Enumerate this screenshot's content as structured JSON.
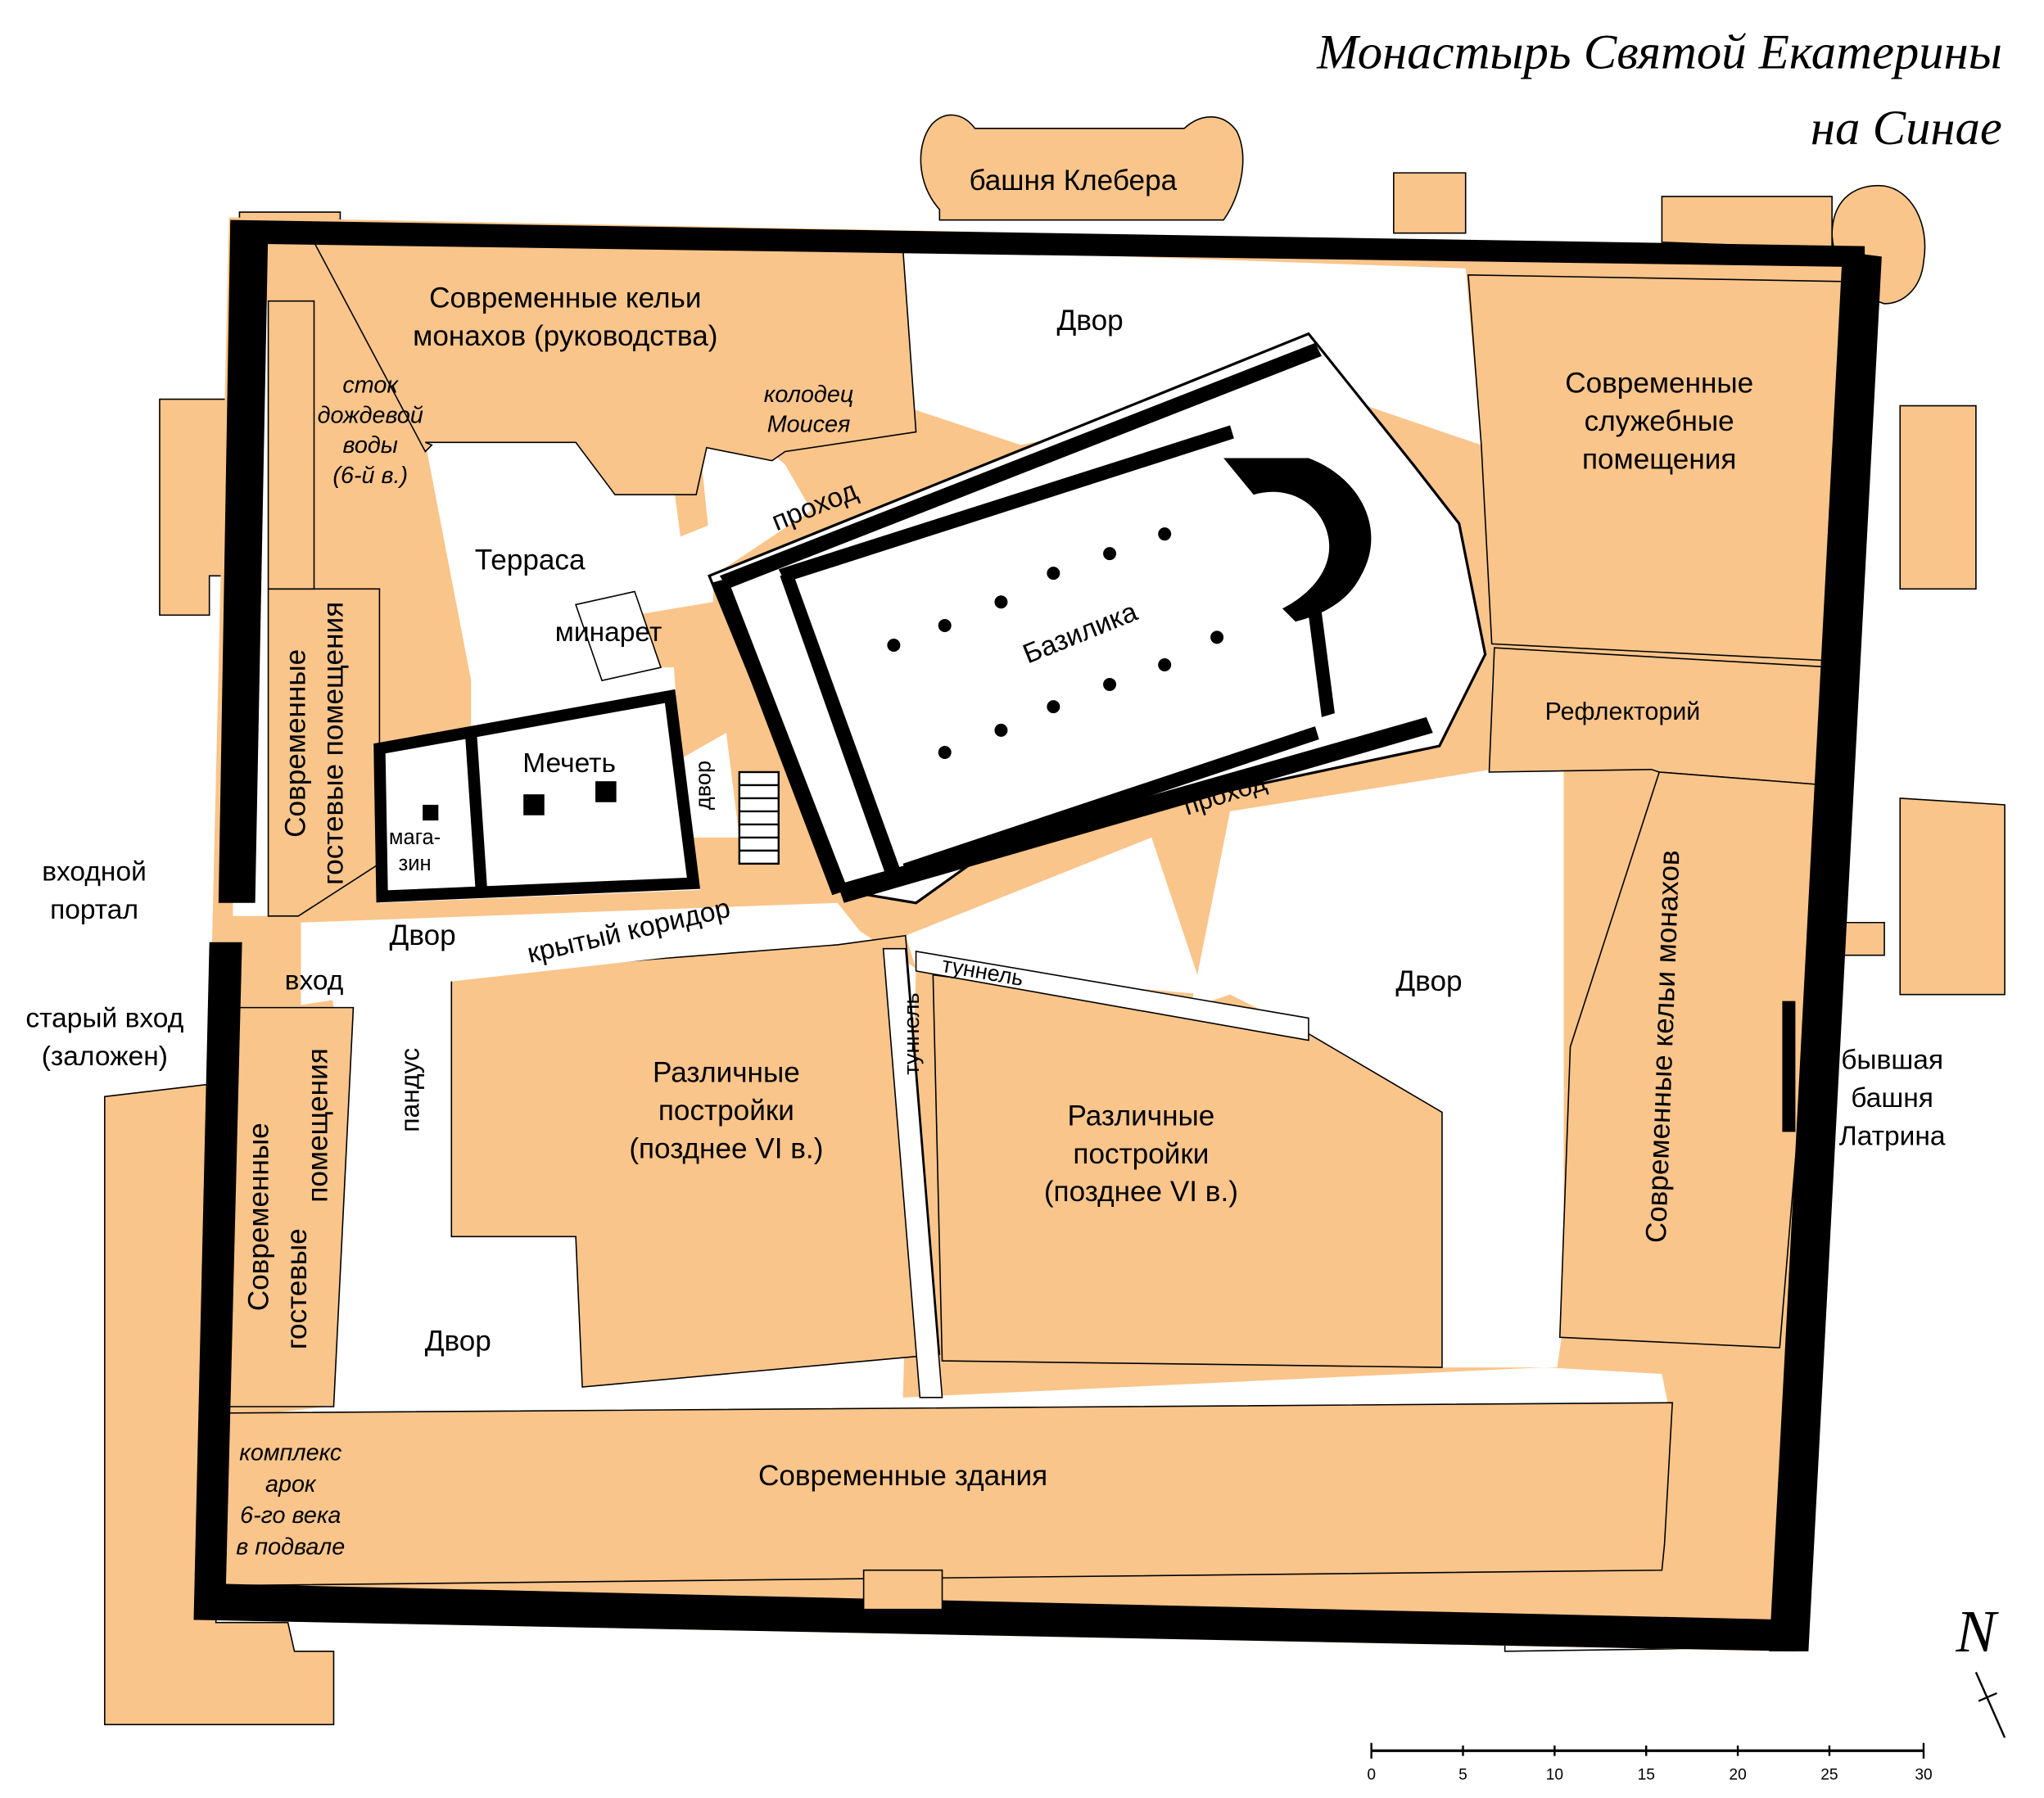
{
  "title": {
    "line1": "Монастырь Святой Екатерины",
    "line2": "на Синае"
  },
  "colors": {
    "building_fill": "#f9c58b",
    "wall": "#000000",
    "courtyard": "#ffffff"
  },
  "labels": {
    "kleber_tower": "башня Клебера",
    "monks_cells_admin_1": "Современные кельи",
    "monks_cells_admin_2": "монахов (руководства)",
    "courtyard_north": "Двор",
    "rain_drain_1": "сток",
    "rain_drain_2": "дождевой",
    "rain_drain_3": "воды",
    "rain_drain_4": "(6-й в.)",
    "moses_well_1": "колодец",
    "moses_well_2": "Моисея",
    "passage_north": "проход",
    "terrace": "Терраса",
    "minaret": "минарет",
    "basilica": "Базилика",
    "service_rooms_1": "Современные",
    "service_rooms_2": "служебные",
    "service_rooms_3": "помещения",
    "refectory": "Рефлекторий",
    "guest_rooms_north_1": "Современные",
    "guest_rooms_north_2": "гостевые помещения",
    "mosque": "Мечеть",
    "small_court": "двор",
    "shop_1": "мага-",
    "shop_2": "зин",
    "passage_south": "проход",
    "entry_portal_1": "входной",
    "entry_portal_2": "портал",
    "court_entry": "Двор",
    "covered_corridor": "крытый коридор",
    "entrance": "вход",
    "old_entrance_1": "старый вход",
    "old_entrance_2": "(заложен)",
    "tunnel_east": "туннель",
    "tunnel_south": "туннель",
    "courtyard_east": "Двор",
    "ramp": "пандус",
    "various_west_1": "Различные",
    "various_west_2": "постройки",
    "various_west_3": "(позднее VI в.)",
    "various_east_1": "Различные",
    "various_east_2": "постройки",
    "various_east_3": "(позднее VI в.)",
    "monks_cells_east": "Современные кельи монахов",
    "latrine_1": "бывшая",
    "latrine_2": "башня",
    "latrine_3": "Латрина",
    "guest_rooms_south_1": "Современные",
    "guest_rooms_south_2": "гостевые",
    "guest_rooms_south_3": "помещения",
    "courtyard_south": "Двор",
    "arches_1": "комплекс",
    "arches_2": "арок",
    "arches_3": "6-го века",
    "arches_4": "в подвале",
    "modern_buildings": "Современные здания",
    "north_arrow": "N"
  },
  "scale_bar": {
    "ticks": [
      "0",
      "5",
      "10",
      "15",
      "20",
      "25",
      "30"
    ]
  }
}
